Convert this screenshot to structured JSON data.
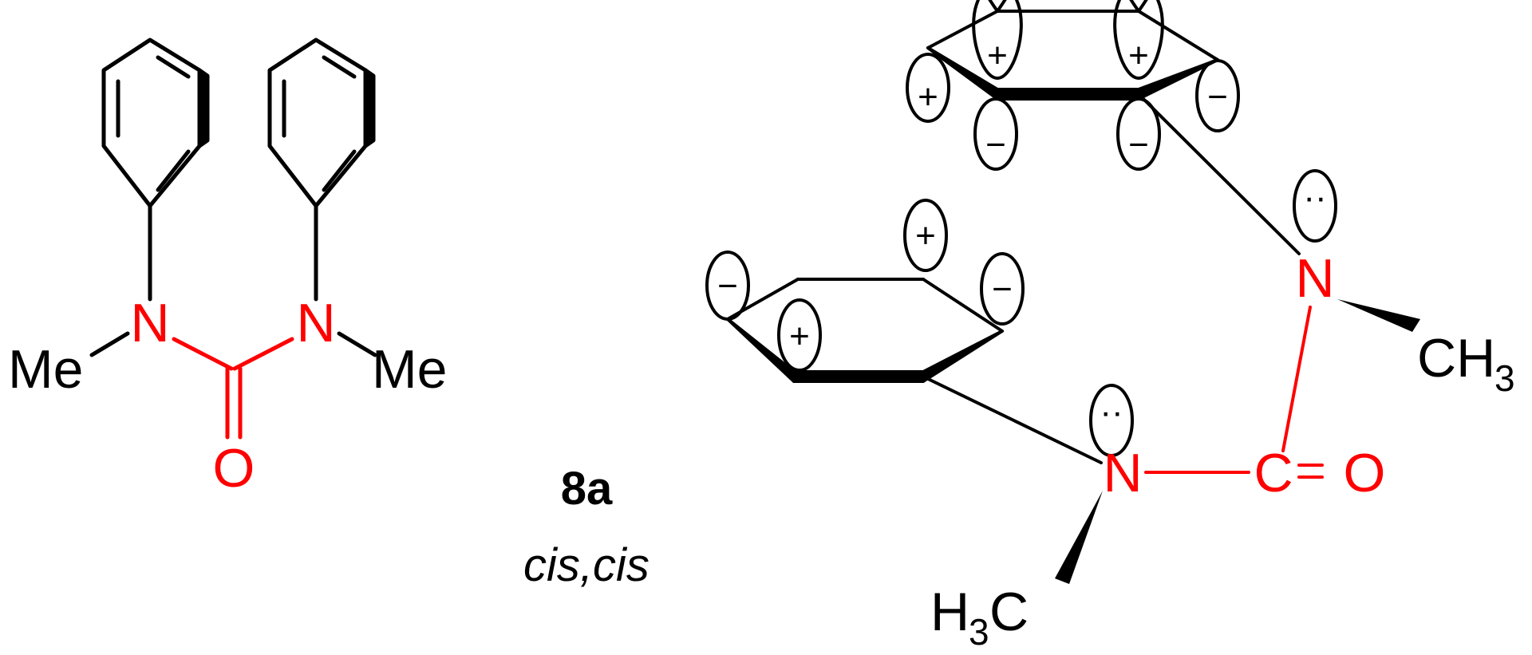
{
  "compound": {
    "number": "8a",
    "conformation": "cis,cis"
  },
  "atoms": {
    "nitrogen": "N",
    "oxygen": "O",
    "carbon": "C",
    "methyl_abbrev": "Me",
    "methyl_formula_left": "H",
    "methyl_formula_sub": "3",
    "methyl_formula_c": "C",
    "methyl_formula_right": "CH"
  },
  "orbital_phases": {
    "plus": "+",
    "minus": "−",
    "lone_pair": "··"
  },
  "colors": {
    "urea_core": "#ff0000",
    "bonds": "#000000",
    "background": "#ffffff"
  }
}
